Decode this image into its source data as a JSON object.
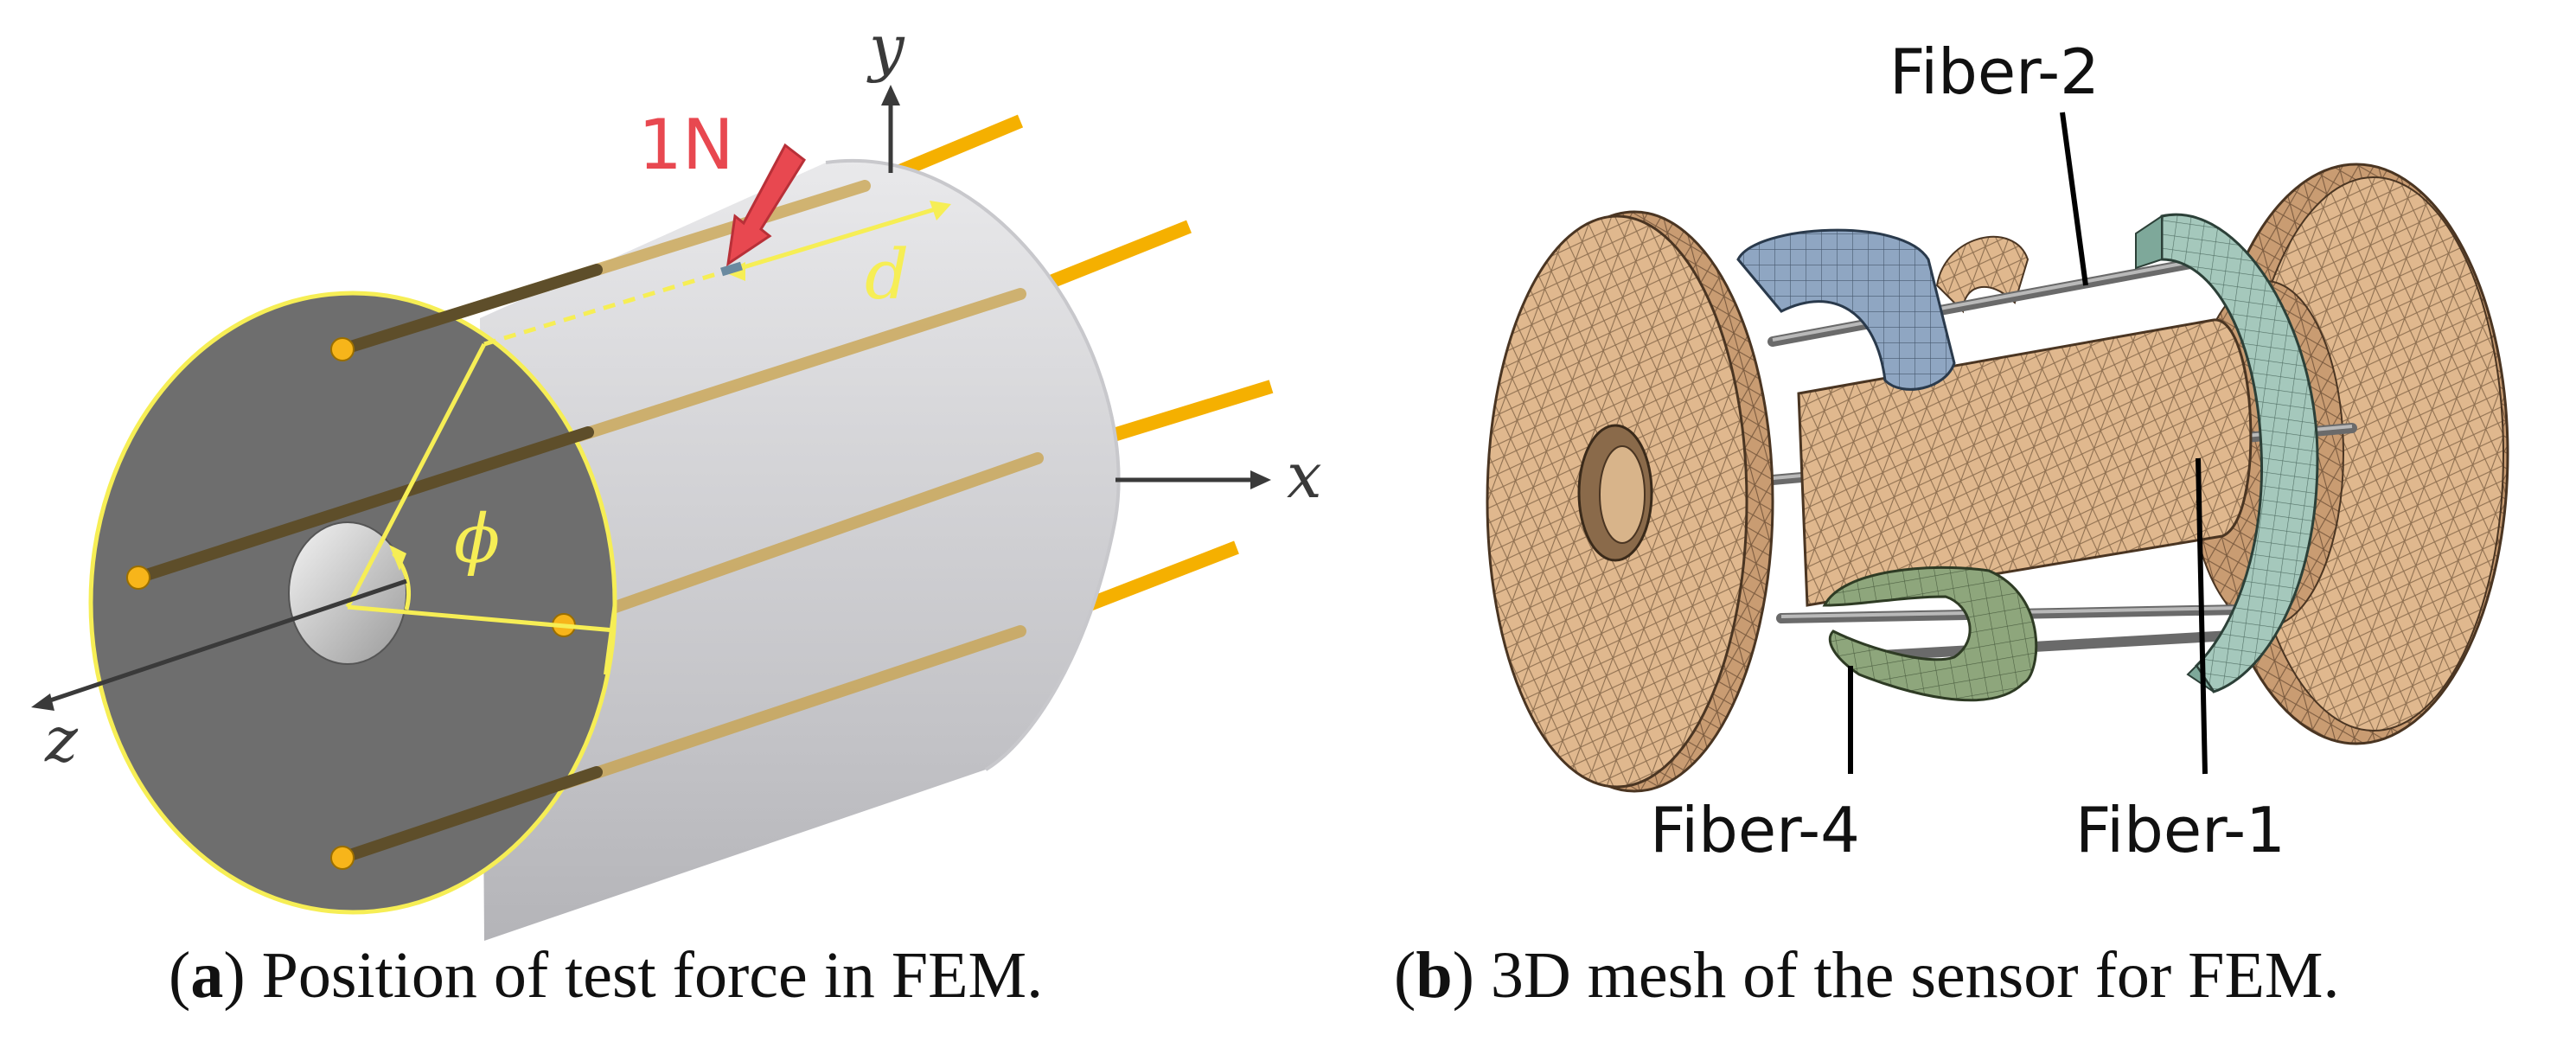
{
  "panel_a": {
    "axis_y": "y",
    "axis_x": "x",
    "axis_z": "z",
    "force_label": "1N",
    "distance_label": "d",
    "angle_label": "ϕ",
    "caption_letter": "a",
    "caption_text": "Position of test force in FEM."
  },
  "panel_b": {
    "fiber_labels": [
      "Fiber-2",
      "Fiber-4",
      "Fiber-1"
    ],
    "caption_letter": "b",
    "caption_text": "3D mesh of the sensor for FEM."
  },
  "colors": {
    "fiber": "#f5b000",
    "force_arrow": "#e84850",
    "annotation": "#f6ee55",
    "end_face": "#6e6e6e",
    "tan_part": "#e0b88e",
    "blue_part": "#8fa6c2",
    "teal_part": "#a5c8bc",
    "green_part": "#8ea67c"
  }
}
